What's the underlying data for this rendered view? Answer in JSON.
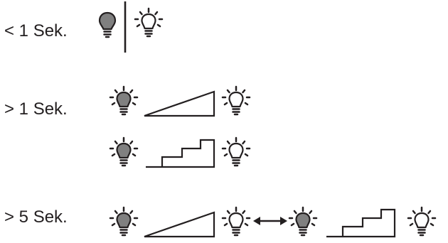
{
  "rows": [
    {
      "label": "< 1 Sek."
    },
    {
      "label": "> 1 Sek."
    },
    {
      "label": "> 5 Sek."
    }
  ],
  "icons": {
    "bulb_off": "lightbulb-off-icon",
    "bulb_dimmed": "lightbulb-dimmed-icon",
    "bulb_on": "lightbulb-on-icon",
    "ramp": "dimming-ramp-icon",
    "stairs": "dimming-steps-icon",
    "divider": "toggle-divider-icon",
    "arrow": "bidirectional-arrow-icon"
  },
  "colors": {
    "ink": "#231f20",
    "bulb_fill": "#808080",
    "background": "#ffffff"
  }
}
